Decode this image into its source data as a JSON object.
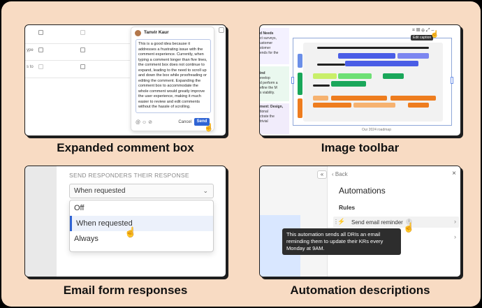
{
  "colors": {
    "background": "#f8dbc3",
    "accent": "#2f64d4",
    "orange": "#ee7d1f",
    "green": "#1aa75a",
    "blue": "#4a5de6"
  },
  "captions": {
    "expanded_comment": "Expanded comment box",
    "image_toolbar": "Image toolbar",
    "email_form": "Email form responses",
    "automation_desc": "Automation descriptions"
  },
  "comment": {
    "author": "Tanvir Kaur",
    "rows": [
      "ype",
      "s to"
    ],
    "text": "This is a good idea because it addresses a frustrating issue with the comment experience. Currently, when typing a comment longer than five lines, the comment box does not continue to expand, leading to the need to scroll up and down the box while proofreading or editing the comment. Expanding the comment box to accommodate the whole comment would greatly improve the user experience, making it much easier to review and edit comments without the hassle of scrolling.",
    "cancel_label": "Cancel",
    "send_label": "Send"
  },
  "image": {
    "edit_caption": "Edit caption",
    "image_caption": "Our 2024 roadmap",
    "side_notes": [
      "d Needs",
      "ct surveys,",
      "ustomer",
      "stomer",
      "ends for the",
      "ind",
      "evelop",
      "d perform a",
      "efine the M",
      "s viability.",
      "ment: Design,",
      "tional",
      "ctrate the",
      "trivial"
    ]
  },
  "email": {
    "section_label": "SEND RESPONDERS THEIR RESPONSE",
    "selected": "When requested",
    "options": [
      "Off",
      "When requested",
      "Always"
    ]
  },
  "automation": {
    "back_label": "Back",
    "title": "Automations",
    "rules_label": "Rules",
    "rule_name": "Send email reminder",
    "tooltip": "This automation sends all DRIs an email reminding them to update their KRs every Monday at 9AM."
  }
}
